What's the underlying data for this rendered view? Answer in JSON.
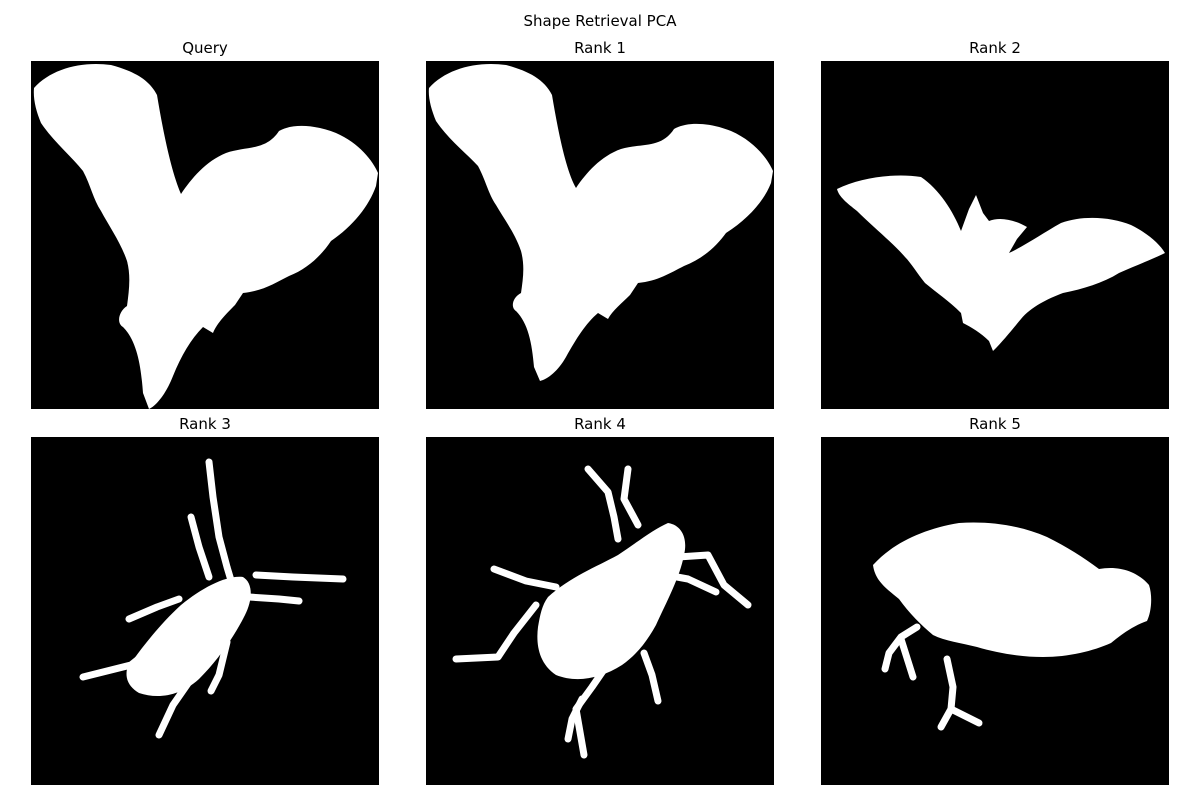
{
  "figure": {
    "title": "Shape Retrieval PCA"
  },
  "panels": [
    {
      "title": "Query",
      "shape_icon": "bat-silhouette-icon"
    },
    {
      "title": "Rank 1",
      "shape_icon": "bat-silhouette-icon"
    },
    {
      "title": "Rank 2",
      "shape_icon": "bat-silhouette-icon"
    },
    {
      "title": "Rank 3",
      "shape_icon": "beetle-silhouette-icon"
    },
    {
      "title": "Rank 4",
      "shape_icon": "beetle-silhouette-icon"
    },
    {
      "title": "Rank 5",
      "shape_icon": "bird-silhouette-icon"
    }
  ],
  "colors": {
    "background": "#000000",
    "shape": "#ffffff"
  }
}
